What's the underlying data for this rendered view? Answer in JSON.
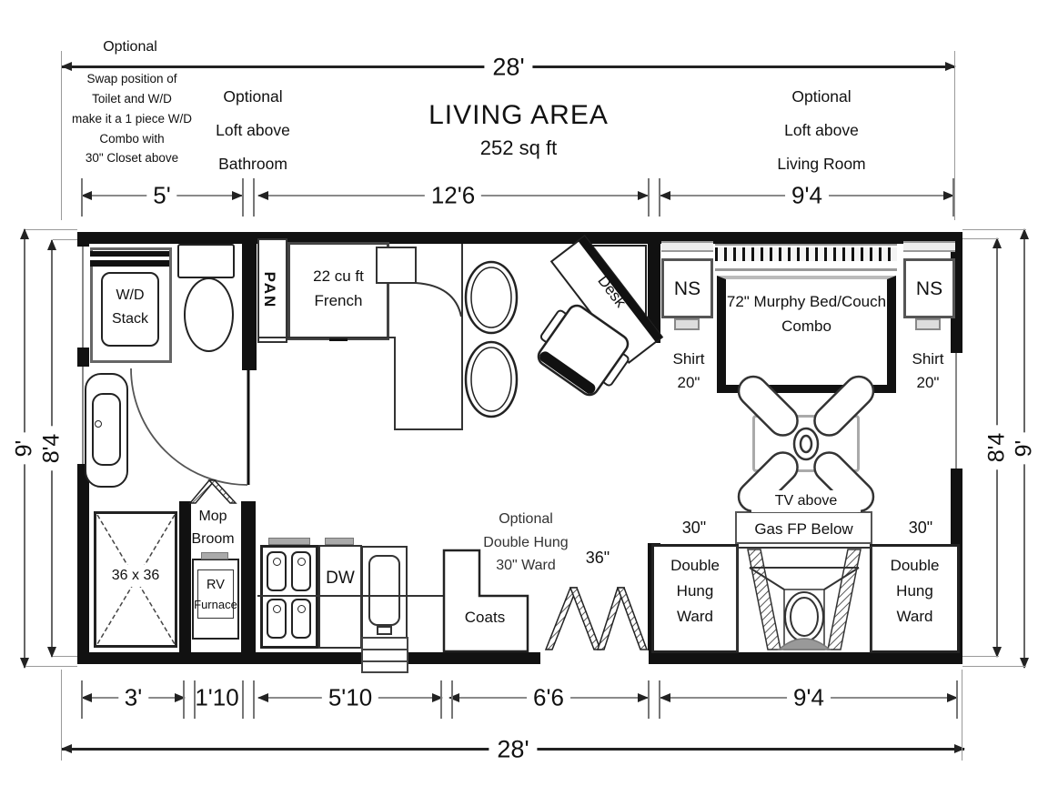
{
  "annotations": {
    "optional_top": "Optional",
    "swap_note": [
      "Swap position of",
      "Toilet and W/D",
      "make it a 1 piece W/D",
      "Combo with",
      "30\" Closet above"
    ],
    "loft_bathroom": [
      "Optional",
      "Loft above",
      "Bathroom"
    ],
    "loft_living": [
      "Optional",
      "Loft above",
      "Living Room"
    ],
    "living_area_title": "LIVING AREA",
    "living_area_sqft": "252 sq ft"
  },
  "dimensions": {
    "top_total": "28'",
    "top_segments": [
      "5'",
      "12'6",
      "9'4"
    ],
    "bottom_segments": [
      "3'",
      "1'10",
      "5'10",
      "6'6",
      "9'4"
    ],
    "bottom_total": "28'",
    "left_outer": "9'",
    "left_inner": "8'4",
    "right_inner": "8'4",
    "right_outer": "9'"
  },
  "bathroom": {
    "wd_stack": [
      "W/D",
      "Stack"
    ],
    "shower": "36 x 36",
    "mop_closet": [
      "Mop",
      "Broom"
    ],
    "rv_furnace": [
      "RV",
      "Furnace"
    ]
  },
  "kitchen": {
    "pantry": "PAN",
    "fridge": [
      "22 cu ft",
      "French"
    ],
    "dishwasher": "DW",
    "coats": "Coats",
    "entry_door_width": "36\"",
    "optional_ward": [
      "Optional",
      "Double Hung",
      "30\" Ward"
    ]
  },
  "living_room": {
    "desk": "Desk",
    "nightstand_left": "NS",
    "nightstand_right": "NS",
    "murphy_bed": [
      "72\" Murphy Bed/Couch",
      "Combo"
    ],
    "shirt_left": [
      "Shirt",
      "20\""
    ],
    "shirt_right": [
      "Shirt",
      "20\""
    ],
    "tv_above": "TV above",
    "gas_fp": "Gas FP Below",
    "ward_width_left": "30\"",
    "ward_width_right": "30\"",
    "double_hung_left": [
      "Double",
      "Hung",
      "Ward"
    ],
    "double_hung_right": [
      "Double",
      "Hung",
      "Ward"
    ]
  },
  "colors": {
    "wall": "#111111",
    "line": "#333333",
    "dim": "#777777",
    "accent": "#aaaaaa"
  }
}
